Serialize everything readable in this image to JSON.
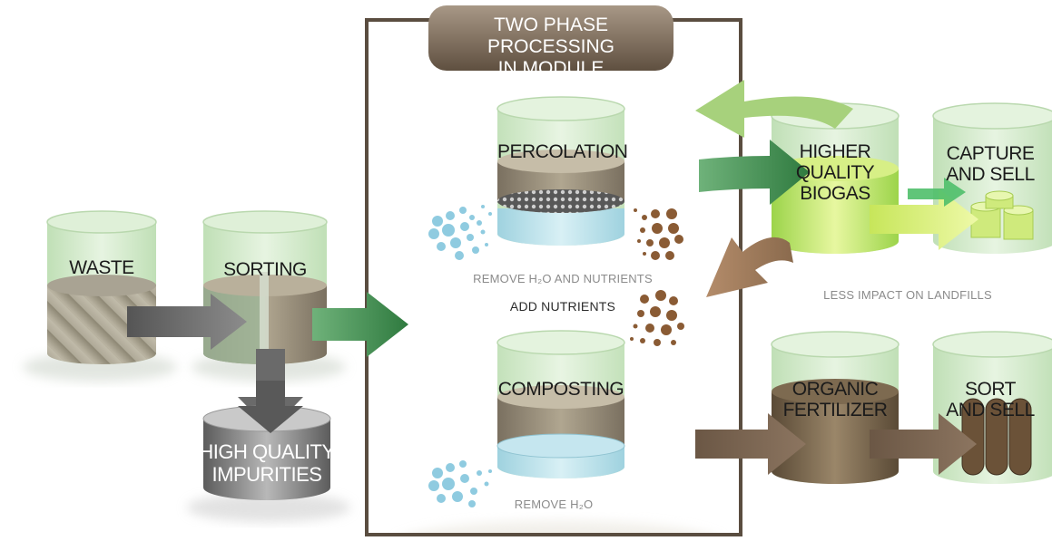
{
  "title": "TWO PHASE PROCESSING\nIN MODULE",
  "nodes": {
    "waste": "WASTE",
    "sorting": "SORTING",
    "impurities": "HIGH QUALITY\nIMPURITIES",
    "percolation": "PERCOLATION",
    "composting": "COMPOSTING",
    "biogas": "HIGHER\nQUALITY\nBIOGAS",
    "capture": "CAPTURE\nAND SELL",
    "fertilizer": "ORGANIC\nFERTILIZER",
    "sort_sell": "SORT\nAND SELL"
  },
  "notes": {
    "remove_h2o_nutrients": "REMOVE H₂O AND NUTRIENTS",
    "add_nutrients": "ADD NUTRIENTS",
    "remove_h2o": "REMOVE H₂O",
    "landfills": "LESS IMPACT ON LANDFILLS"
  },
  "colors": {
    "glass_green": "#cfe8c4",
    "dark_arrow": "#6f6f6f",
    "green_arrow": "#4f9a5c",
    "biogas_fill": "#b4e35a",
    "brown_fill": "#6d5a44",
    "box_border": "#5a4d40"
  }
}
